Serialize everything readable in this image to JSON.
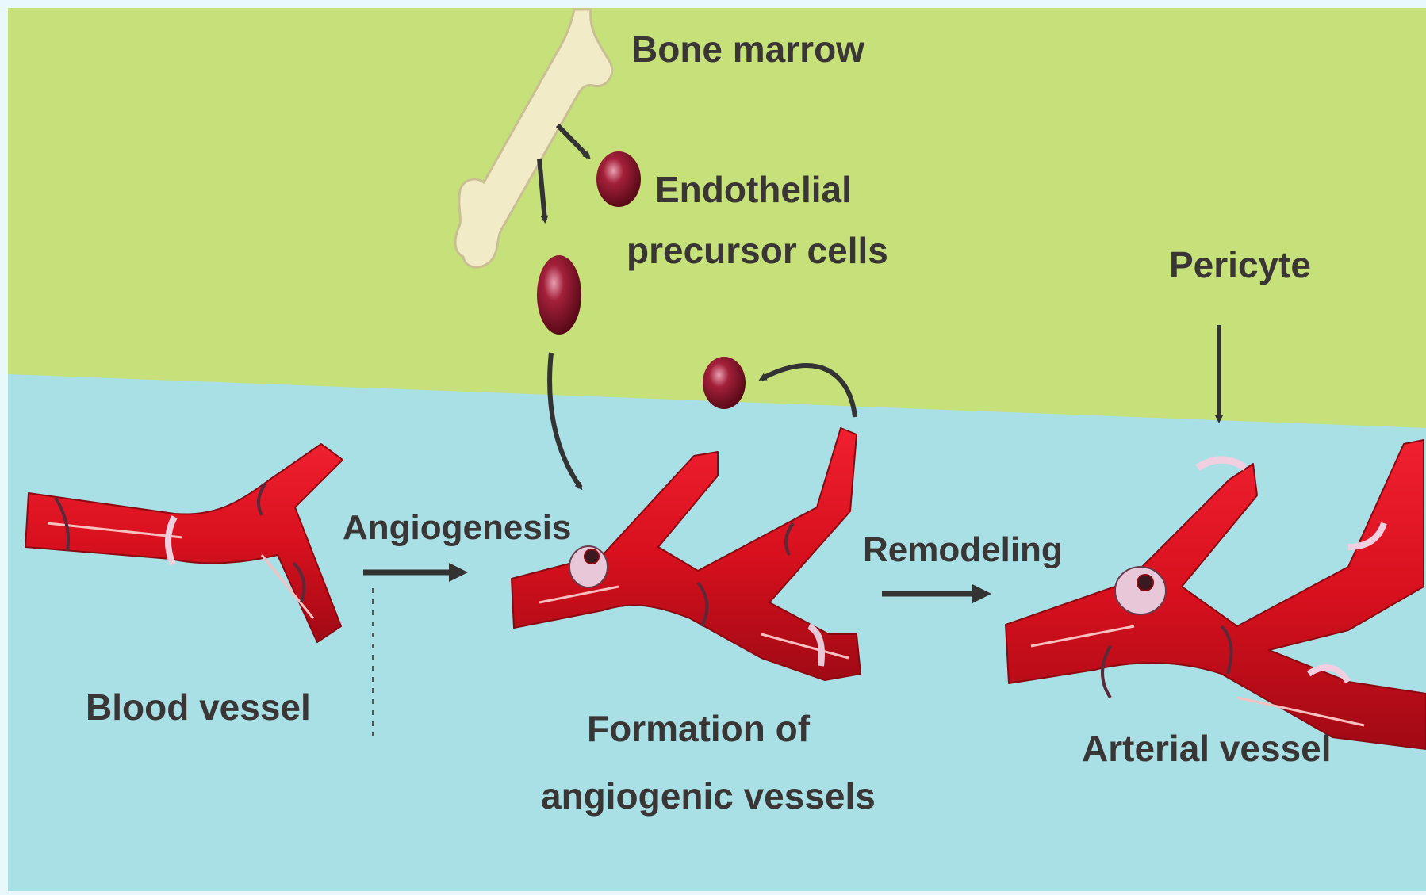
{
  "labels": {
    "bone_marrow": "Bone marrow",
    "endothelial_line1": "Endothelial",
    "endothelial_line2": "precursor cells",
    "pericyte": "Pericyte",
    "angiogenesis": "Angiogenesis",
    "remodeling": "Remodeling",
    "blood_vessel": "Blood vessel",
    "formation_line1": "Formation of",
    "formation_line2": "angiogenic vessels",
    "arterial_vessel": "Arterial vessel"
  },
  "colors": {
    "top_region": "#c6e07a",
    "bottom_region": "#a8e0e6",
    "vessel": "#d8101e",
    "vessel_dark": "#9c0a14",
    "cell": "#8c1528",
    "bone": "#f2ebc8",
    "pericyte": "#e8c8d8",
    "arrow": "#333333"
  }
}
